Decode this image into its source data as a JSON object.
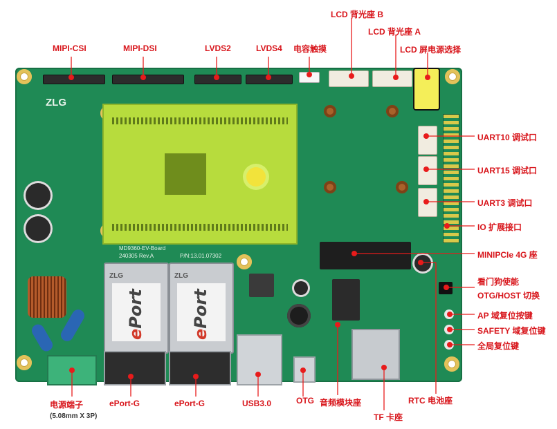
{
  "board": {
    "brand_logo": "ZLG",
    "model": "MD9360-EV-Board",
    "revision": "240305 Rev.A",
    "part_number": "P/N:13.01.07302",
    "eth_brand_a": "e",
    "eth_brand_b": "Port",
    "eth_logo": "ZLG"
  },
  "callouts": {
    "lcd_backlight_b": "LCD 背光座 B",
    "lcd_backlight_a": "LCD 背光座 A",
    "lcd_power_select": "LCD 屏电源选择",
    "mipi_csi": "MIPI-CSI",
    "mipi_dsi": "MIPI-DSI",
    "lvds2": "LVDS2",
    "lvds4": "LVDS4",
    "touch": "电容触摸",
    "uart10": "UART10 调试口",
    "uart15": "UART15 调试口",
    "uart3": "UART3 调试口",
    "io_expansion": "IO 扩展接口",
    "minipcie": "MINIPCIe 4G 座",
    "watchdog": "看门狗使能",
    "otg_host": "OTG/HOST 切换",
    "ap_reset": "AP 域复位按键",
    "safety_reset": "SAFETY 域复位键",
    "global_reset": "全局复位键",
    "power_terminal": "电源端子",
    "power_terminal_note": "(5.08mm X 3P)",
    "eport_g_1": "ePort-G",
    "eport_g_2": "ePort-G",
    "usb30": "USB3.0",
    "otg": "OTG",
    "audio_module": "音频模块座",
    "tf_slot": "TF 卡座",
    "rtc_battery": "RTC 电池座"
  },
  "colors": {
    "pcb": "#1f8a55",
    "callout_red": "#d8151b",
    "som_green": "#b7dc3d"
  }
}
